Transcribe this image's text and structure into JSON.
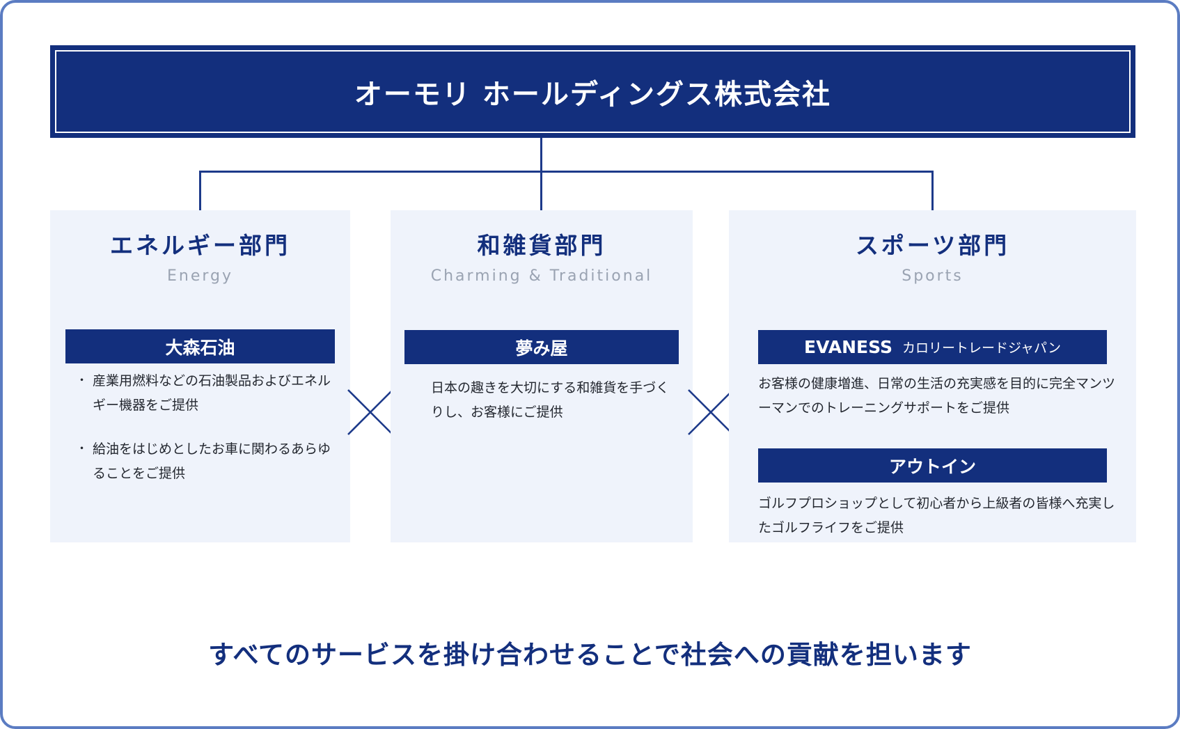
{
  "header": {
    "company_name": "オーモリ ホールディングス株式会社"
  },
  "divisions": [
    {
      "name": "エネルギー部門",
      "subtitle": "Energy",
      "brands": [
        {
          "name": "大森石油"
        }
      ],
      "bullets": [
        "産業用燃料などの石油製品およびエネルギー機器をご提供",
        "給油をはじめとしたお車に関わるあらゆることをご提供"
      ]
    },
    {
      "name": "和雑貨部門",
      "subtitle": "Charming & Traditional",
      "brands": [
        {
          "name": "夢み屋"
        }
      ],
      "description": "日本の趣きを大切にする和雑貨を手づくりし、お客様にご提供"
    },
    {
      "name": "スポーツ部門",
      "subtitle": "Sports",
      "brands": [
        {
          "name": "EVANESS",
          "suffix": "カロリートレードジャパン",
          "description": "お客様の健康増進、日常の生活の充実感を目的に完全マンツーマンでのトレーニングサポートをご提供"
        },
        {
          "name": "アウトイン",
          "description": "ゴルフプロショップとして初心者から上級者の皆様へ充実したゴルフライフをご提供"
        }
      ]
    }
  ],
  "footer": {
    "statement": "すべてのサービスを掛け合わせることで社会への貢献を担います"
  },
  "colors": {
    "navy_fill": "#132f7d",
    "connector_line": "#1d3a8a",
    "panel_background": "#eff3fb",
    "page_border": "#5b7cc2",
    "subtitle_gray": "#9aa3b2",
    "body_text": "#23272f"
  }
}
